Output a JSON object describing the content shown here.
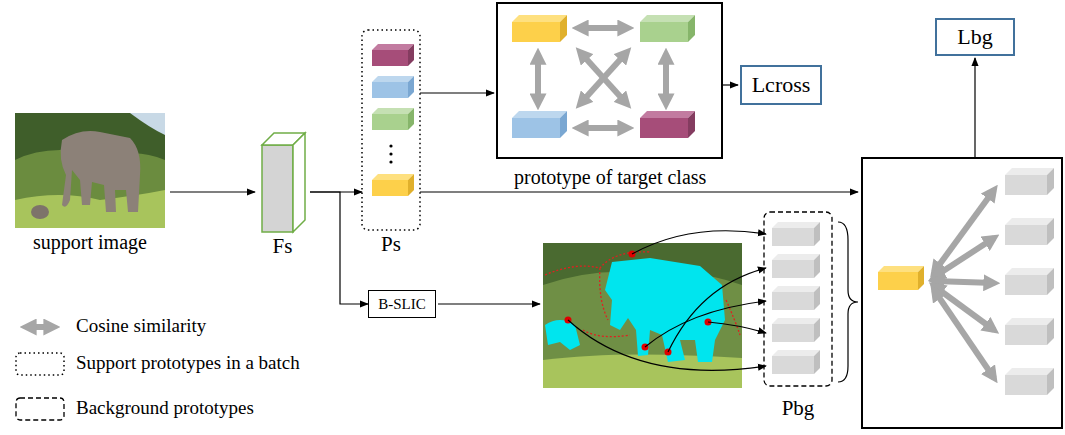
{
  "diagram": {
    "nodes": [
      {
        "text": [
          "support image"
        ]
      },
      {
        "text": [
          "Fs"
        ]
      },
      {
        "text": [
          "Ps"
        ]
      },
      {
        "text": [
          "Lcross"
        ]
      },
      {
        "text": [
          "B-SLIC"
        ]
      },
      {
        "text": [
          "Pbg"
        ]
      },
      {
        "text": [
          "Lbg"
        ]
      }
    ],
    "edges": [
      {
        "from": 0,
        "to": 1,
        "arrow": "to"
      },
      {
        "from": 1,
        "to": 2,
        "arrow": "to"
      },
      {
        "from": 1,
        "to": 4,
        "arrow": "to"
      }
    ],
    "labels": [
      "prototype of target class"
    ],
    "legend": [
      {
        "text": "Cosine similarity"
      },
      {
        "text": "Support prototypes in a batch"
      },
      {
        "text": "Background prototypes"
      }
    ]
  }
}
